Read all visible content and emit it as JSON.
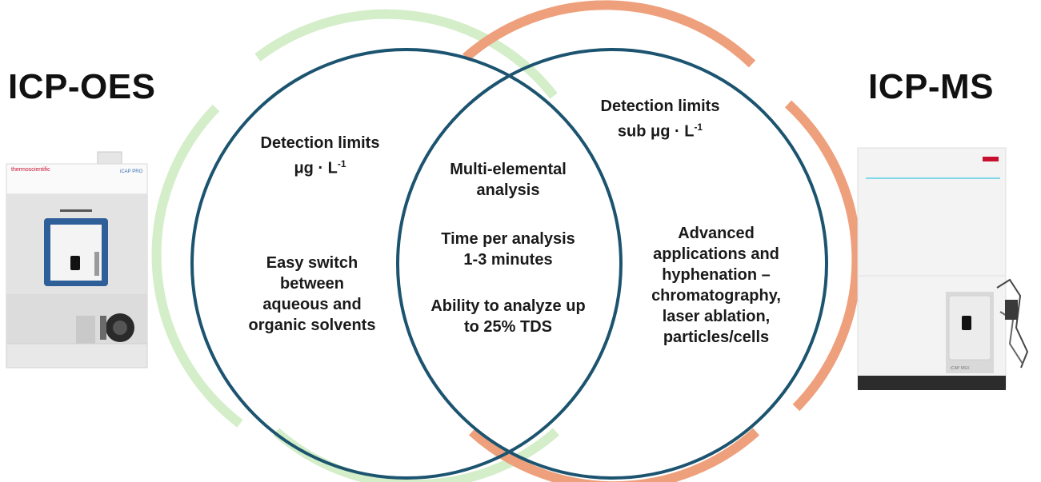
{
  "left_instrument": {
    "title": "ICP-OES",
    "brand_text": "thermoscientific",
    "model_text": "iCAP PRO"
  },
  "right_instrument": {
    "title": "ICP-MS",
    "model_text": "iCAP MSX"
  },
  "left_circle": {
    "detection_line1": "Detection limits",
    "detection_line2": "μg · L",
    "detection_sup": "-1",
    "feature_lines": [
      "Easy switch",
      "between",
      "aqueous and",
      "organic solvents"
    ]
  },
  "overlap": {
    "item1": [
      "Multi-elemental",
      "analysis"
    ],
    "item2": [
      "Time per analysis",
      "1-3 minutes"
    ],
    "item3": [
      "Ability to analyze up",
      "to 25% TDS"
    ]
  },
  "right_circle": {
    "detection_line1": "Detection limits",
    "detection_line2": "sub μg · L",
    "detection_sup": "-1",
    "feature_lines": [
      "Advanced",
      "applications and",
      "hyphenation –",
      "chromatography,",
      "laser ablation,",
      "particles/cells"
    ]
  },
  "colors": {
    "circle_stroke": "#1c5470",
    "left_arc": "#d4eec9",
    "right_arc": "#eea07c",
    "text": "#1a1a1a"
  }
}
